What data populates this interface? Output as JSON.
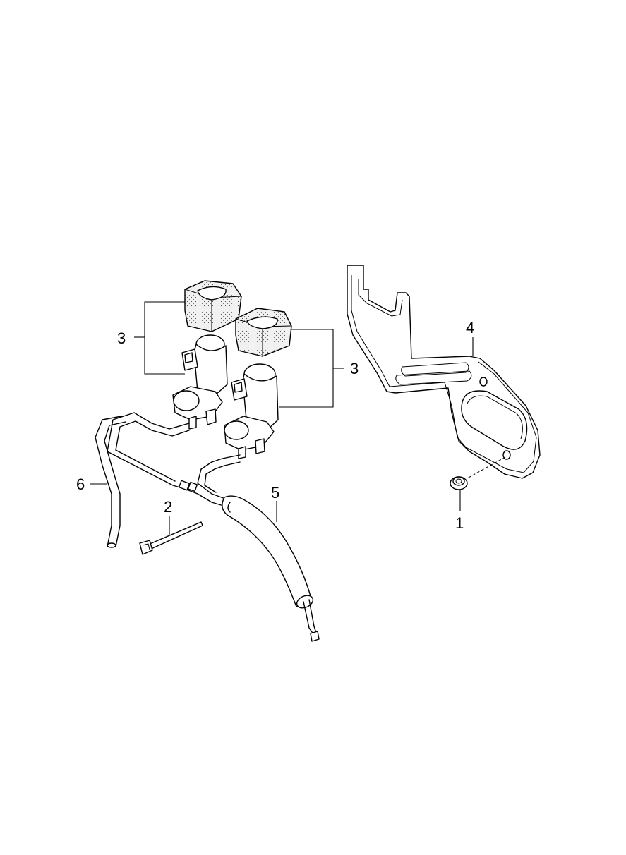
{
  "callouts": [
    {
      "id": "1",
      "label": "1"
    },
    {
      "id": "2",
      "label": "2"
    },
    {
      "id": "3a",
      "label": "3"
    },
    {
      "id": "3b",
      "label": "3"
    },
    {
      "id": "4",
      "label": "4"
    },
    {
      "id": "5",
      "label": "5"
    },
    {
      "id": "6",
      "label": "6"
    }
  ],
  "colors": {
    "line": "#000000",
    "background": "#ffffff"
  }
}
